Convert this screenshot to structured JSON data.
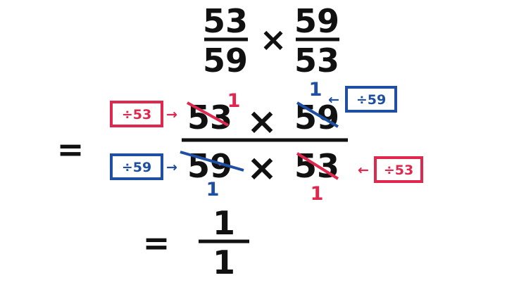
{
  "colors": {
    "ink": "#111111",
    "red": "#e0274d",
    "blue": "#1f4fa3",
    "bg": "#ffffff"
  },
  "expression": {
    "top": {
      "f1_num": "53",
      "f1_den": "59",
      "times": "×",
      "f2_num": "59",
      "f2_den": "53"
    },
    "middle": {
      "equals": "=",
      "numerator": {
        "left": "53",
        "times": "×",
        "right": "59"
      },
      "denominator": {
        "left": "59",
        "times": "×",
        "right": "53"
      }
    },
    "result": {
      "equals": "=",
      "num": "1",
      "den": "1"
    }
  },
  "cancellations": {
    "num_left_label": "÷53",
    "num_left_result": "1",
    "num_right_label": "÷59",
    "num_right_result": "1",
    "den_left_label": "÷59",
    "den_left_result": "1",
    "den_right_label": "÷53",
    "den_right_result": "1",
    "arrow_right": "→",
    "arrow_left": "←"
  }
}
